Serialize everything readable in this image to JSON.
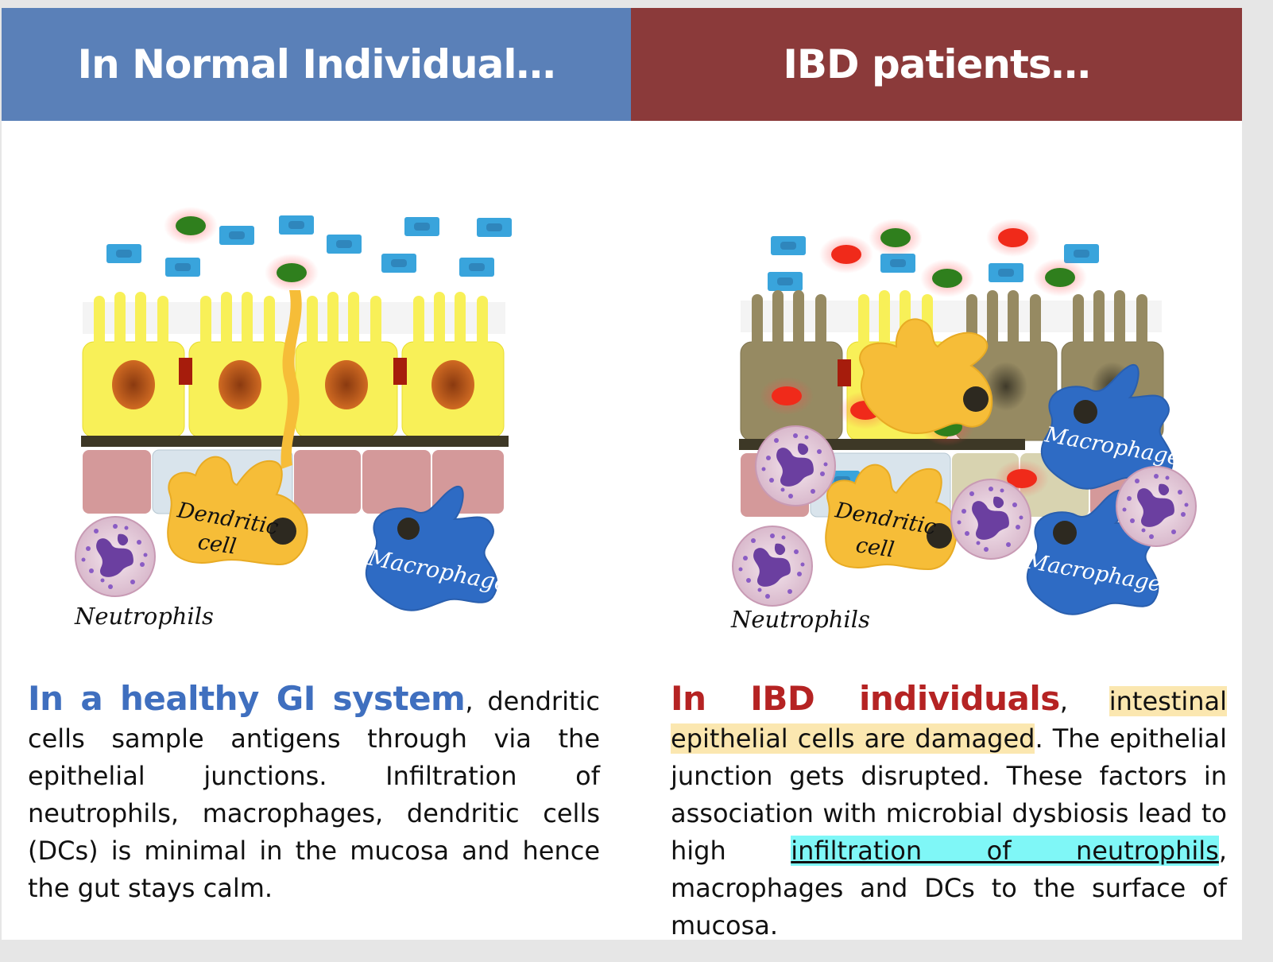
{
  "headers": {
    "left": "In Normal Individual…",
    "right": "IBD patients…"
  },
  "diagram_labels": {
    "left_dendritic_line1": "Dendritic",
    "left_dendritic_line2": "cell",
    "left_macrophage": "Macrophage",
    "left_neutrophils": "Neutrophils",
    "right_dendritic_line1": "Dendritic",
    "right_dendritic_line2": "cell",
    "right_macrophage_upper": "Macrophage",
    "right_macrophage_lower": "Macrophage",
    "right_neutrophils": "Neutrophils"
  },
  "text": {
    "left_lead": "In a healthy GI system",
    "left_body": ", dendritic cells sample antigens through via the epithelial junctions. Infiltration of neutrophils, macrophages, dendritic cells (DCs) is minimal in the mucosa and hence the gut stays calm.",
    "right_lead": "In IBD individuals",
    "right_sep": ", ",
    "right_hl1": "intestinal epithelial cells are damaged",
    "right_mid": ". The epithelial junction gets disrupted. These factors in association with microbial dysbiosis lead to high ",
    "right_hl2": "infiltration of neutrophils",
    "right_end": ", macrophages and DCs to the surface of mucosa."
  },
  "colors": {
    "normal_header": "#5a80b8",
    "ibd_header": "#8b3a3a",
    "healthy_lead": "#3f6fbf",
    "ibd_lead": "#b52323",
    "epithelium_healthy": "#f8f058",
    "epithelium_damaged": "#968a62",
    "macrophage": "#2e6bc4",
    "dendritic": "#f6bd38"
  }
}
